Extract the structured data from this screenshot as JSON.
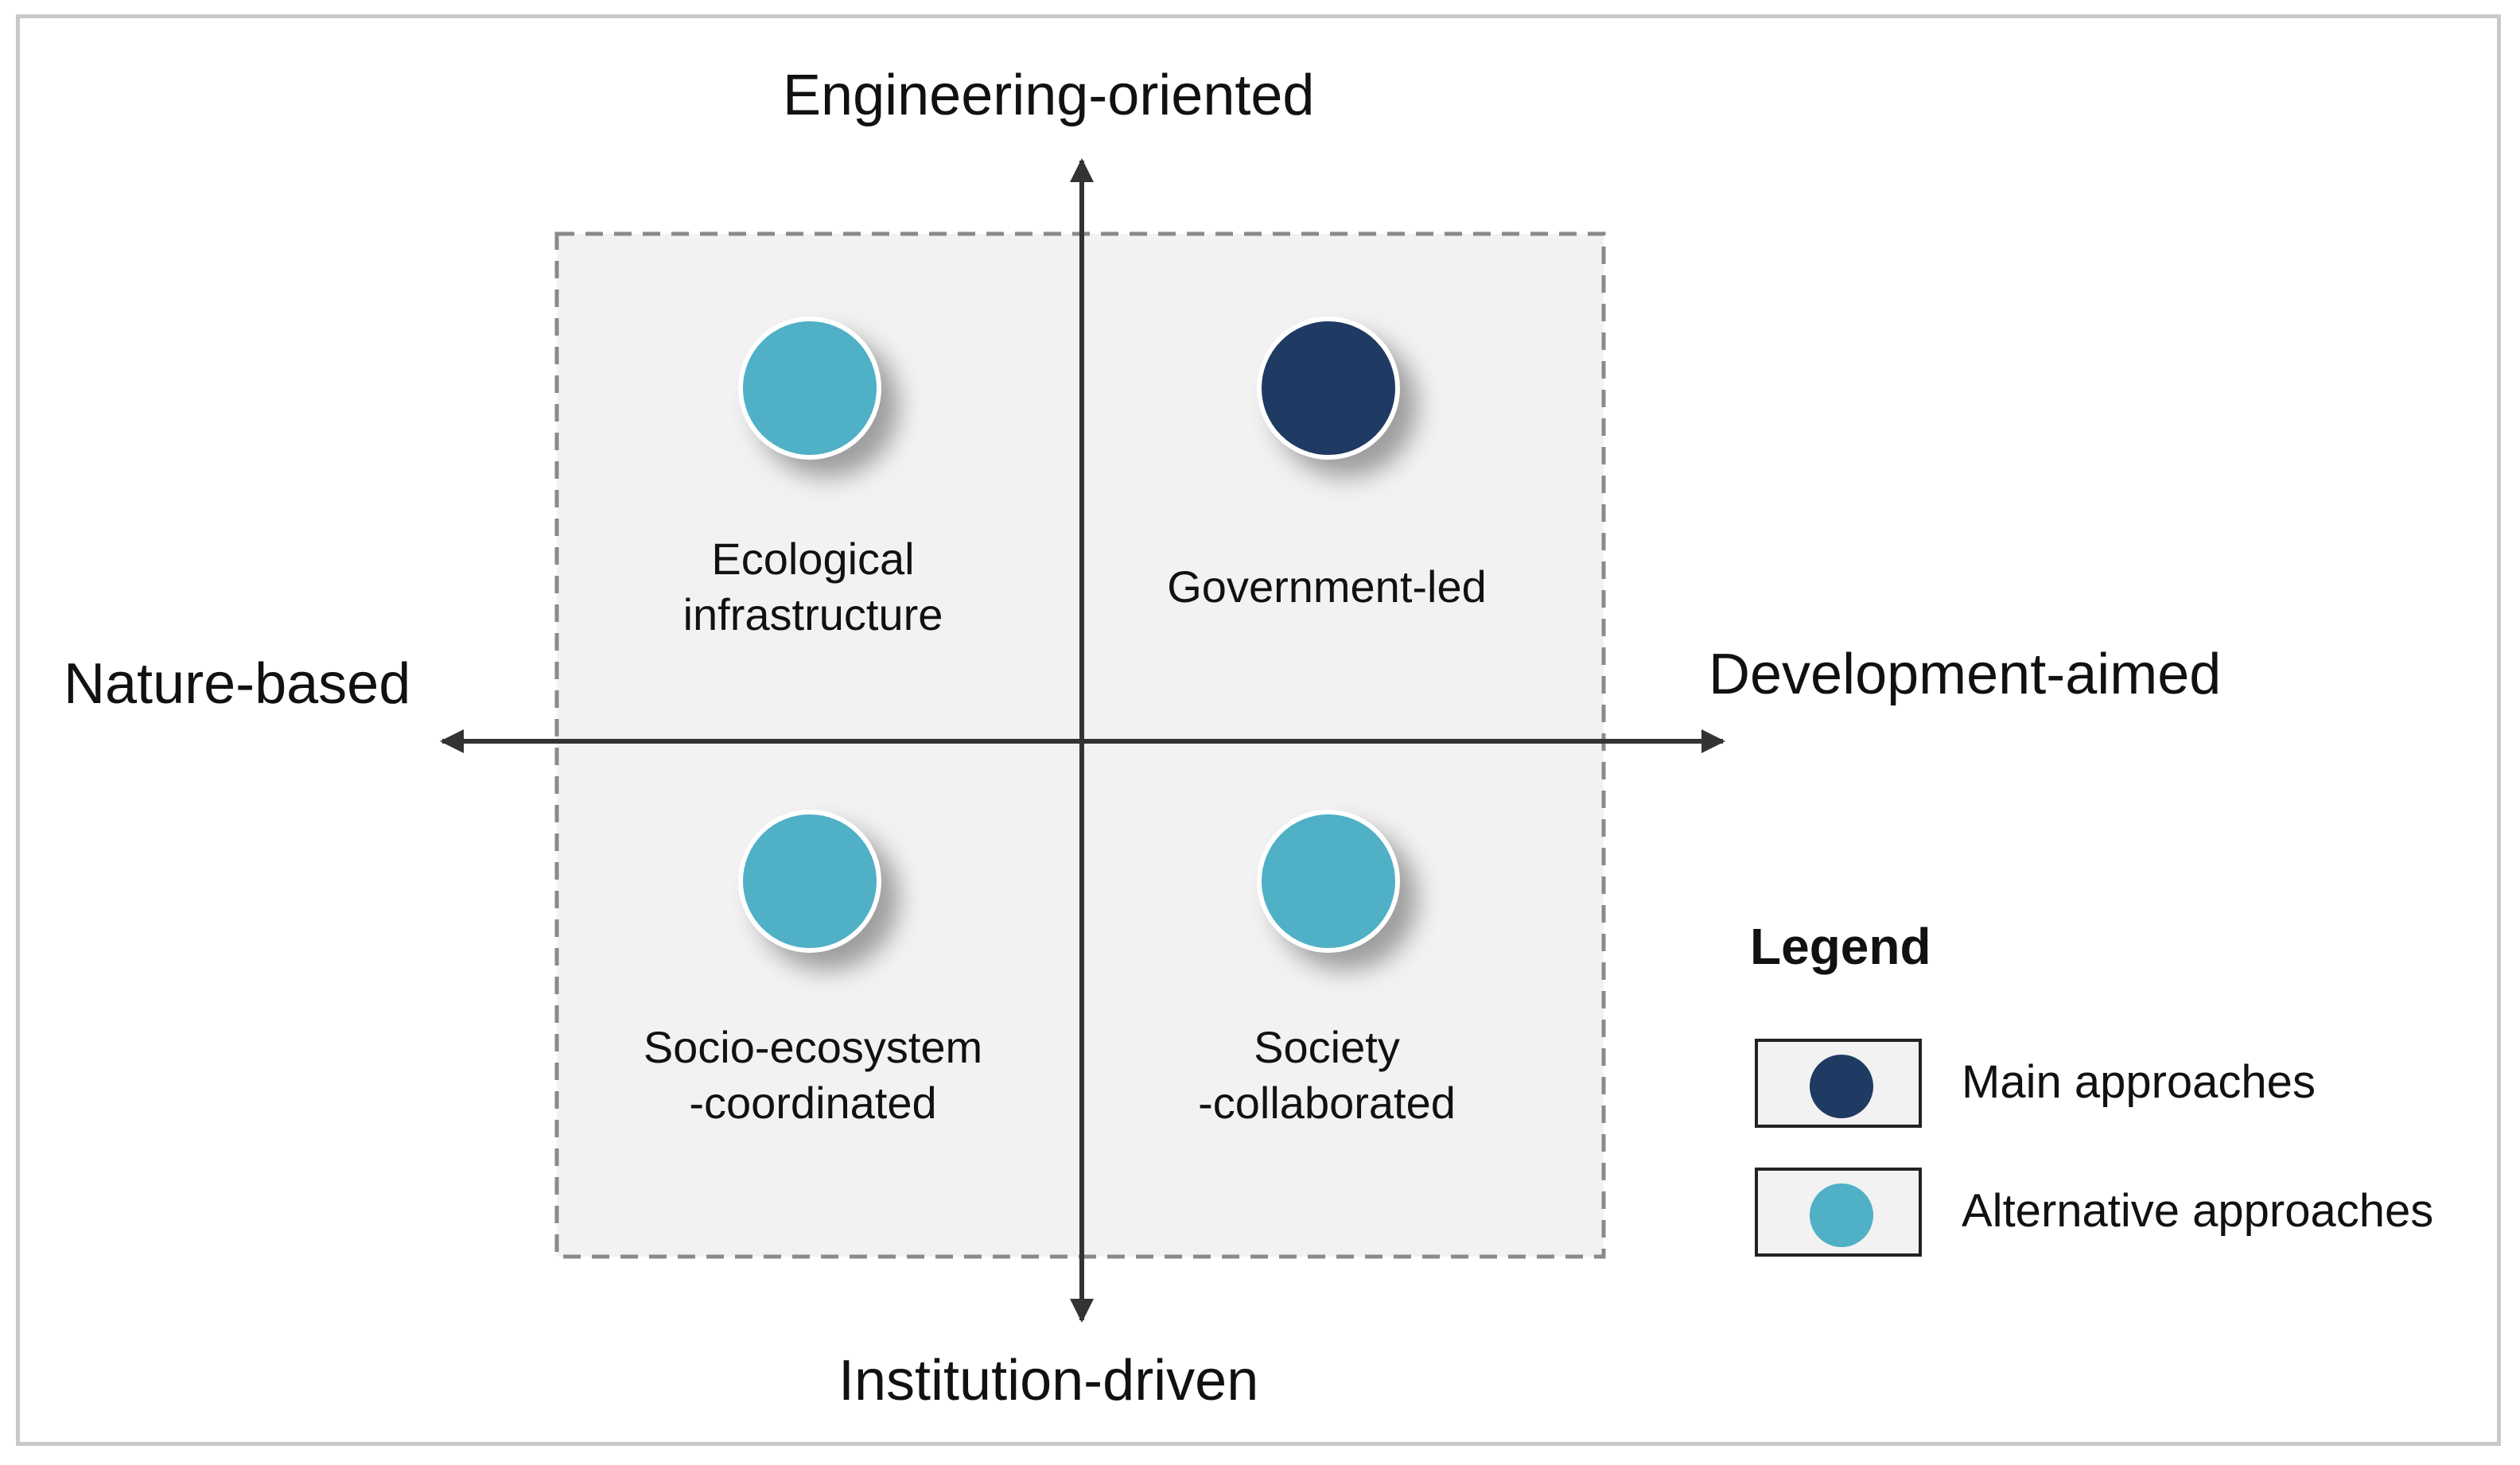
{
  "axes": {
    "top": "Engineering-oriented",
    "bottom": "Institution-driven",
    "left": "Nature-based",
    "right": "Development-aimed"
  },
  "quadrants": [
    {
      "label": "Ecological\ninfrastructure",
      "type": "alternative"
    },
    {
      "label": "Government-led",
      "type": "main"
    },
    {
      "label": "Socio-ecosystem\n-coordinated",
      "type": "alternative"
    },
    {
      "label": "Society\n-collaborated",
      "type": "alternative"
    }
  ],
  "legend": {
    "title": "Legend",
    "items": [
      {
        "label": "Main approaches",
        "color": "#1f3a63"
      },
      {
        "label": "Alternative approaches",
        "color": "#4fb0c6"
      }
    ]
  },
  "colors": {
    "main": "#1f3a63",
    "alternative": "#4fb0c6",
    "panel": "#f2f2f2",
    "axis": "#333333"
  }
}
